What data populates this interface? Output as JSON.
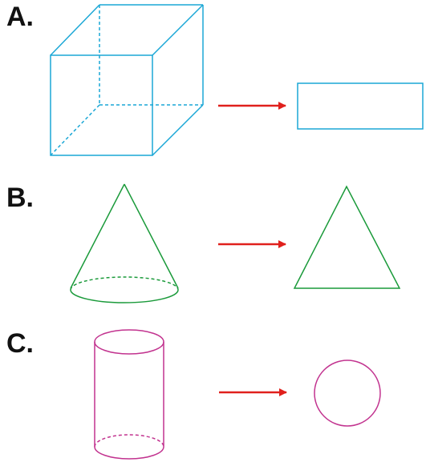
{
  "sections": [
    {
      "label": "A.",
      "solid": "cube",
      "view": "rectangle"
    },
    {
      "label": "B.",
      "solid": "cone",
      "view": "triangle"
    },
    {
      "label": "C.",
      "solid": "cylinder",
      "view": "circle"
    }
  ],
  "colors": {
    "cube": "#1aa7d6",
    "cone": "#1a9a3a",
    "cylinder": "#c2338f",
    "arrow": "#e0201c",
    "label": "#111111"
  }
}
